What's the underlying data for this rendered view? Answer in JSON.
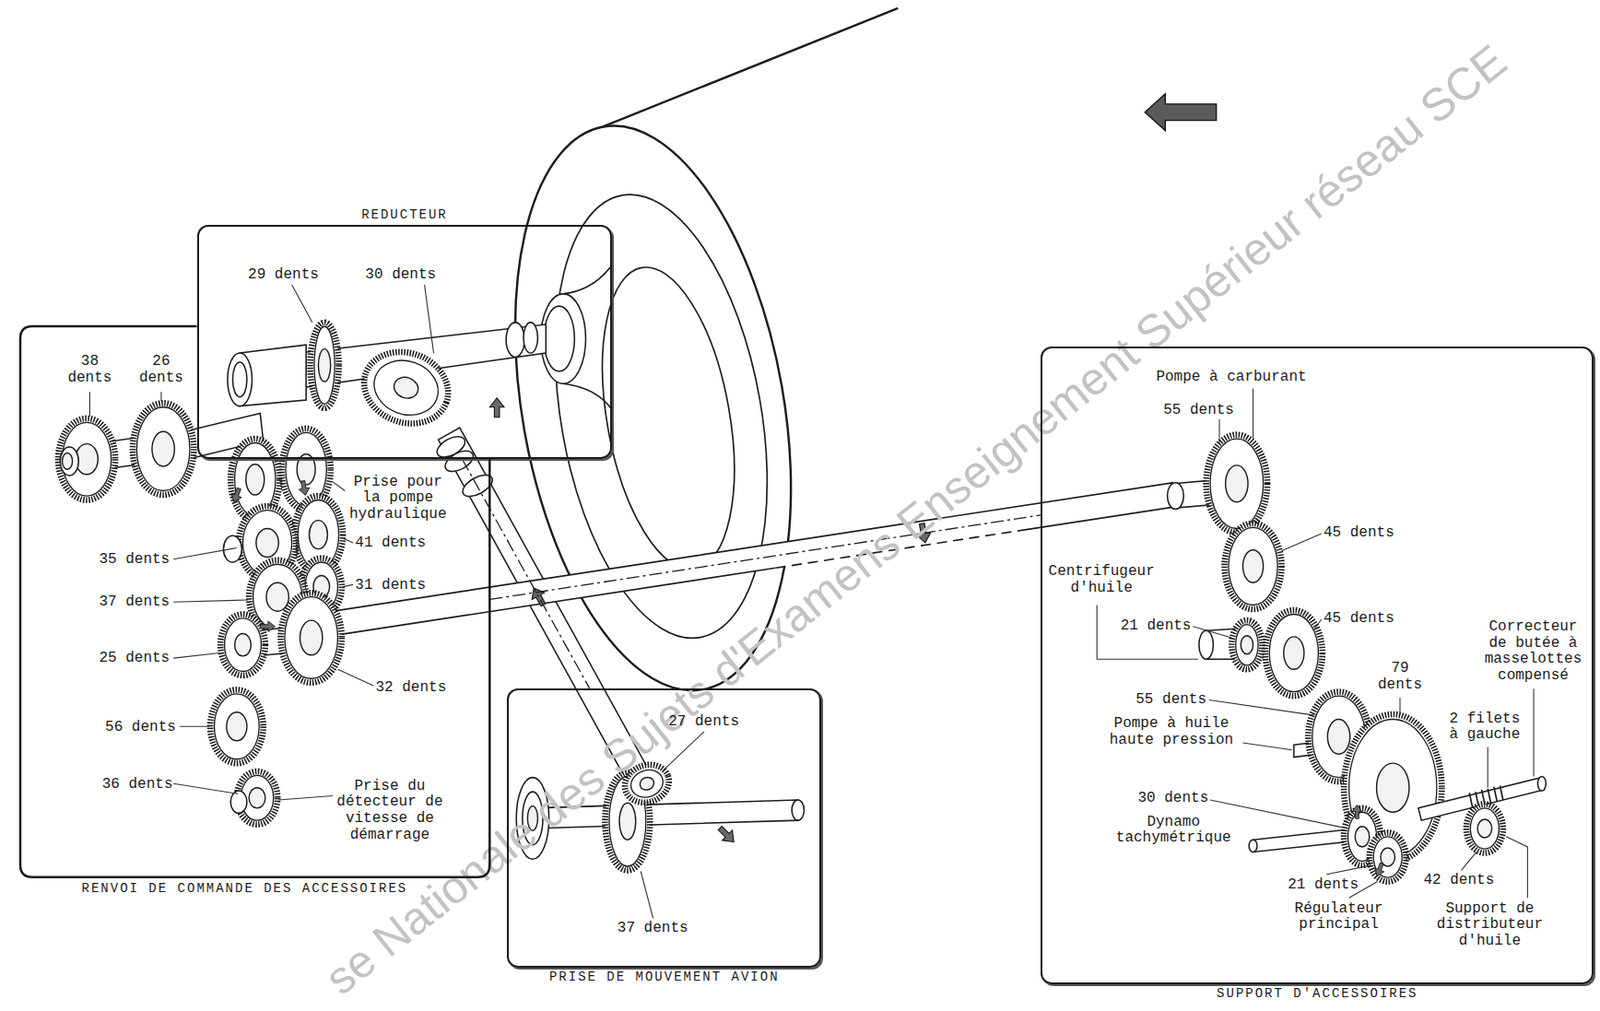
{
  "diagram": {
    "nodes": [
      {
        "text": [
          "REDUCTEUR"
        ]
      },
      {
        "text": [
          "RENVOI DE COMMANDE DES ACCESSOIRES"
        ]
      },
      {
        "text": [
          "PRISE DE MOUVEMENT AVION"
        ]
      },
      {
        "text": [
          "SUPPORT D'ACCESSOIRES"
        ]
      }
    ],
    "edges": [
      {
        "from": 0,
        "to": 2,
        "arrow": "none"
      },
      {
        "from": 1,
        "to": 3,
        "arrow": "none"
      }
    ],
    "labels": [
      "29 dents",
      "30 dents",
      "38 dents",
      "26 dents",
      "Prise pour la pompe hydraulique",
      "35 dents",
      "41 dents",
      "37 dents",
      "31 dents",
      "25 dents",
      "32 dents",
      "56 dents",
      "36 dents",
      "Prise du détecteur de vitesse de démarrage",
      "27 dents",
      "37 dents",
      "Pompe à carburant",
      "55 dents",
      "45 dents",
      "Centrifugeur d'huile",
      "21 dents",
      "45 dents",
      "Correcteur de butée à masselottes compensé",
      "79 dents",
      "55 dents",
      "Pompe à huile haute pression",
      "2 filets à gauche",
      "30 dents",
      "Dynamo tachymétrique",
      "21 dents",
      "42 dents",
      "Régulateur principal",
      "Support de distributeur d'huile",
      "se Nationale des Sujets d'Examens Enseignement Supérieur réseau SCE"
    ]
  }
}
